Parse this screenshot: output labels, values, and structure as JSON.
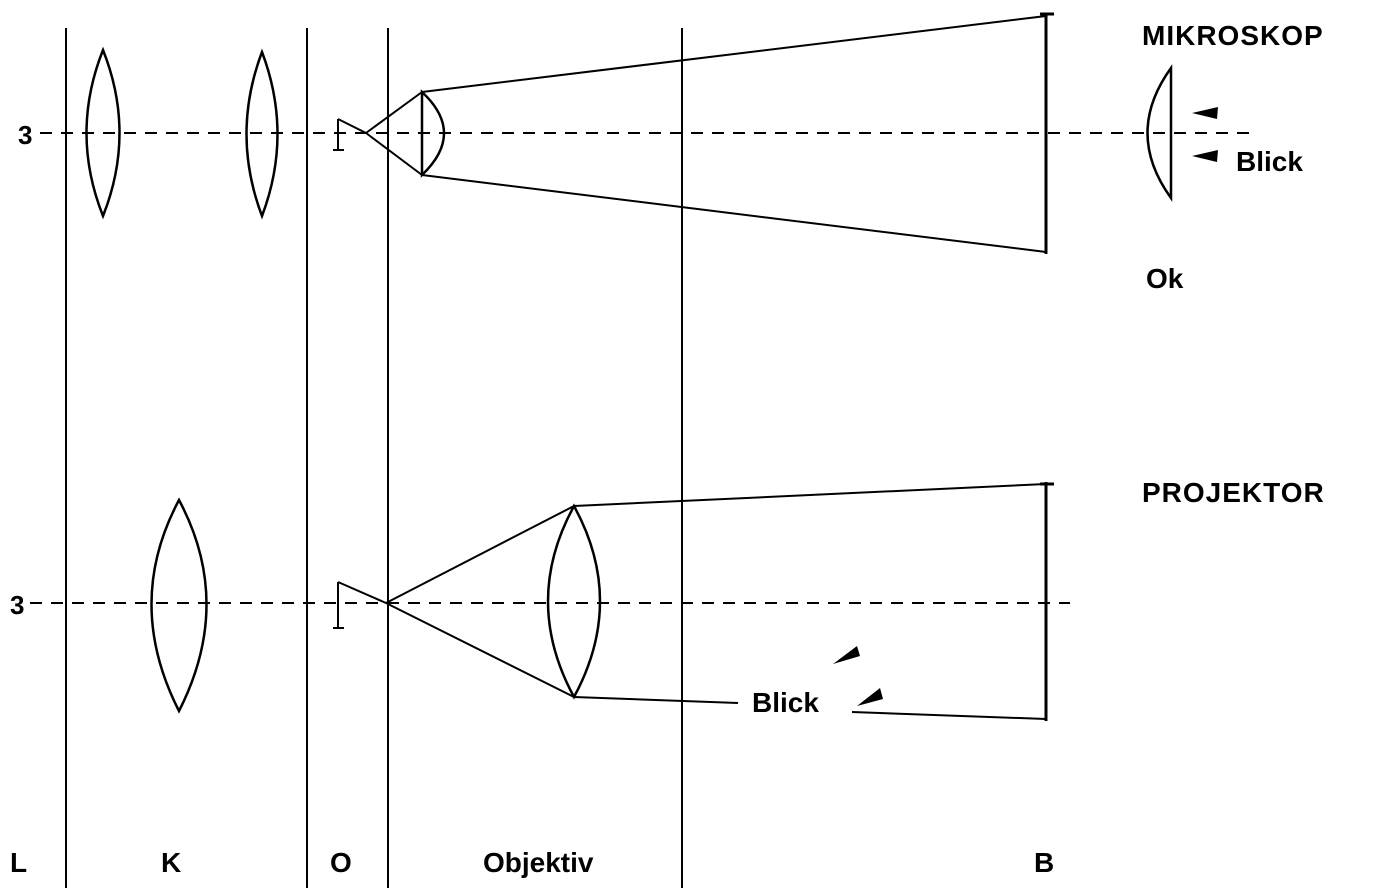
{
  "diagram": {
    "title_top": "MIKROSKOP",
    "title_bottom": "PROJEKTOR",
    "eyepiece_label": "Ok",
    "gaze_label_top": "Blick",
    "gaze_label_bottom": "Blick",
    "source_glyph_top": "3",
    "source_glyph_bottom": "3",
    "column_labels": {
      "lamp": "L",
      "condenser": "K",
      "object": "O",
      "objective": "Objektiv",
      "image": "B"
    }
  }
}
